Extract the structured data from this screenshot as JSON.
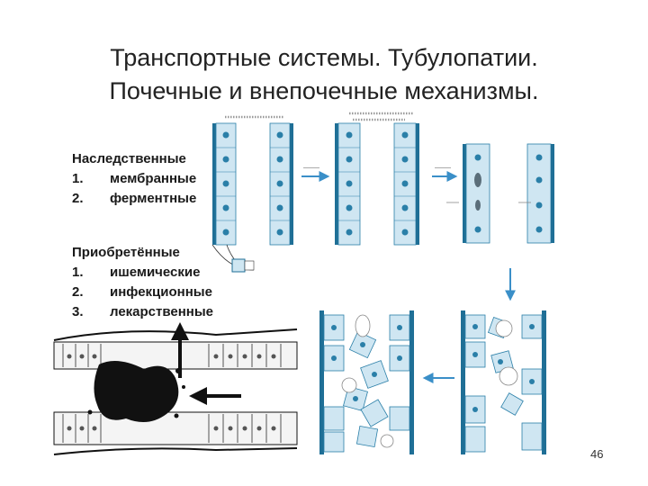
{
  "slide": {
    "title_line1": "Транспортные системы. Тубулопатии.",
    "title_line2": "Почечные и внепочечные механизмы.",
    "page_number": "46"
  },
  "hereditary": {
    "heading": "Наследственные",
    "items": [
      {
        "num": "1.",
        "label": "мембранные"
      },
      {
        "num": "2.",
        "label": "ферментные"
      }
    ]
  },
  "acquired": {
    "heading": "Приобретённые",
    "items": [
      {
        "num": "1.",
        "label": "ишемические"
      },
      {
        "num": "2.",
        "label": "инфекционные"
      },
      {
        "num": "3.",
        "label": "лекарственные"
      }
    ]
  },
  "diagram": {
    "cell_fill": "#cfe6f2",
    "cell_stroke": "#2a7fa8",
    "membrane_color": "#1f6f96",
    "arrow_color": "#3a8fc8"
  }
}
